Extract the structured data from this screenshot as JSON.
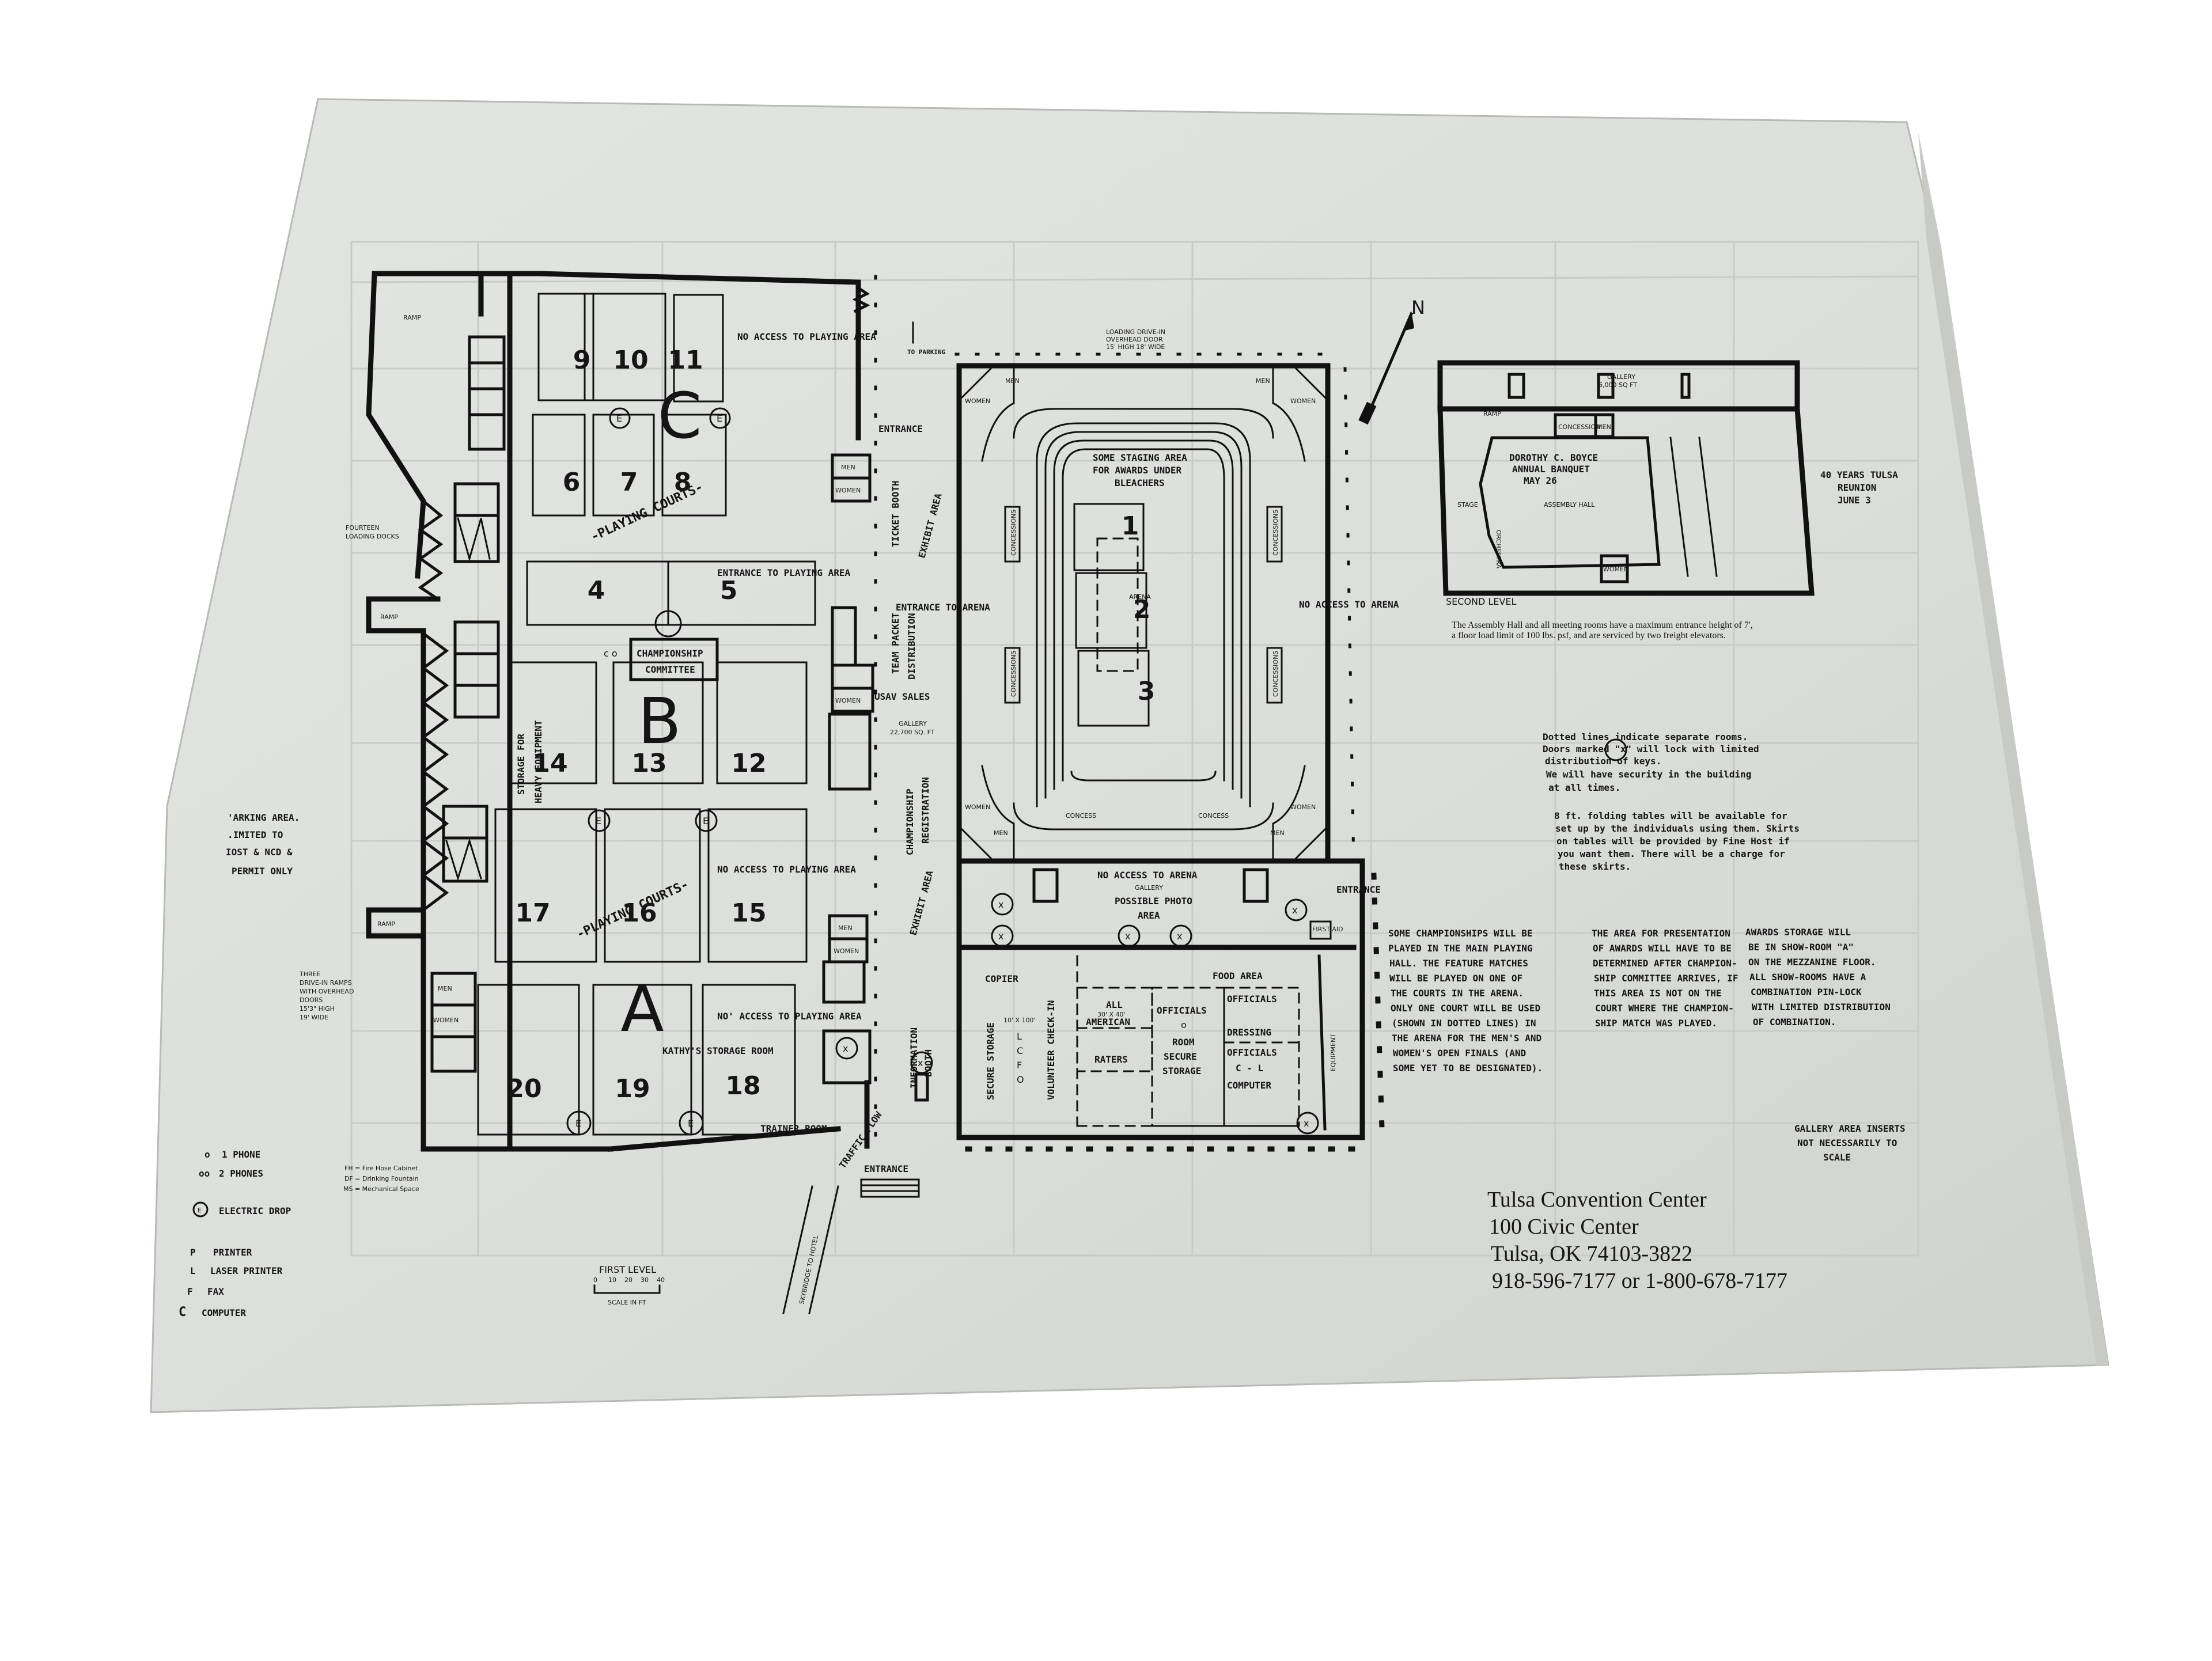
{
  "document": {
    "title": "Tulsa Convention Center floor plan",
    "paper_color": "#dcdedb",
    "ink_color": "#151515",
    "background_color": "#ffffff"
  },
  "first_level": {
    "label": "FIRST LEVEL",
    "scale_ticks": [
      "0",
      "10",
      "20",
      "30",
      "40"
    ],
    "scale_label": "SCALE IN FT",
    "sections": [
      {
        "letter": "C",
        "courts": [
          "9",
          "10",
          "11",
          "6",
          "7",
          "8"
        ]
      },
      {
        "letter": "B",
        "courts": [
          "4",
          "5",
          "14",
          "13",
          "12",
          "17",
          "16",
          "15"
        ]
      },
      {
        "letter": "A",
        "courts": [
          "20",
          "19",
          "18"
        ]
      }
    ],
    "court_numbers": {
      "c9": "9",
      "c10": "10",
      "c11": "11",
      "c6": "6",
      "c7": "7",
      "c8": "8",
      "c4": "4",
      "c5": "5",
      "c14": "14",
      "c13": "13",
      "c12": "12",
      "c17": "17",
      "c16": "16",
      "c15": "15",
      "c20": "20",
      "c19": "19",
      "c18": "18"
    },
    "section_letters": {
      "a": "A",
      "b": "B",
      "c": "C"
    },
    "labels": {
      "playing_courts": "-PLAYING COURTS-",
      "no_access_playing_1": "NO ACCESS TO PLAYING AREA",
      "no_access_playing_2": "NO ACCESS TO PLAYING AREA",
      "no_access_playing_3": "NO' ACCESS TO PLAYING AREA",
      "entrance_playing": "ENTRANCE TO PLAYING AREA",
      "entrance_arena": "ENTRANCE TO ARENA",
      "entrance_top": "ENTRANCE",
      "entrance_bottom": "ENTRANCE",
      "entrance_gallery": "ENTRANCE",
      "to_parking": "TO PARKING",
      "ticket_booth": "TICKET BOOTH",
      "exhibit_area_1": "EXHIBIT AREA",
      "exhibit_area_2": "EXHIBIT AREA",
      "championship_committee_1": "CHAMPIONSHIP",
      "championship_committee_2": "COMMITTEE",
      "storage_heavy_1": "STORAGE FOR",
      "storage_heavy_2": "HEAVY EQUIPMENT",
      "team_packet_1": "TEAM PACKET",
      "team_packet_2": "DISTRIBUTION",
      "usav_sales": "USAV SALES",
      "gallery_sqft_1": "GALLERY",
      "gallery_sqft_2": "22,700 SQ. FT",
      "champ_reg_1": "CHAMPIONSHIP",
      "champ_reg_2": "REGISTRATION",
      "kathys_storage": "KATHY'S STORAGE ROOM",
      "trainer_room": "TRAINER ROOM",
      "information_booth_1": "INFORMATION",
      "information_booth_2": "BOOTH",
      "traffic_flow": "TRAFFIC FLOW",
      "skybridge": "SKYBRIDGE TO HOTEL",
      "fourteen_docks_1": "FOURTEEN",
      "fourteen_docks_2": "LOADING DOCKS",
      "ramp": "RAMP",
      "men": "MEN",
      "women": "WOMEN",
      "concess": "CONCESS",
      "concessions": "CONCESSIONS",
      "three_ramps": [
        "THREE",
        "DRIVE-IN RAMPS",
        "WITH OVERHEAD",
        "DOORS",
        "15'3\" HIGH",
        "19' WIDE"
      ],
      "parking_area": [
        "'ARKING AREA.",
        ".IMITED TO",
        "IOST & NCD &",
        "PERMIT ONLY"
      ]
    },
    "abbreviations": [
      "FH = Fire Hose Cabinet",
      "DF = Drinking Fountain",
      "MS = Mechanical Space"
    ]
  },
  "arena": {
    "loading_drive": [
      "LOADING DRIVE-IN",
      "OVERHEAD DOOR",
      "15' HIGH 18' WIDE"
    ],
    "staging": [
      "SOME STAGING AREA",
      "FOR AWARDS UNDER",
      "BLEACHERS"
    ],
    "court_numbers": [
      "1",
      "2",
      "3"
    ],
    "arena_label": "ARENA",
    "no_access_right": "NO ACCESS TO ARENA",
    "no_access_bottom": "NO ACCESS TO ARENA",
    "gallery": "GALLERY",
    "photo_area": [
      "POSSIBLE PHOTO",
      "AREA"
    ],
    "first_aid": "FIRST AID"
  },
  "lower_gallery": {
    "copier": "COPIER",
    "food_area": "FOOD AREA",
    "secure_storage": "SECURE STORAGE",
    "volunteer_checkin": "VOLUNTEER CHECK-IN",
    "dims_1": "10' X 100'",
    "lcfo": [
      "L",
      "C",
      "F",
      "O"
    ],
    "all_american": [
      "ALL",
      "30' X 40'",
      "AMERICAN"
    ],
    "raters": "RATERS",
    "officials_room": [
      "OFFICIALS",
      "o",
      "ROOM",
      "SECURE",
      "STORAGE"
    ],
    "officials_dressing": [
      "OFFICIALS",
      "DRESSING"
    ],
    "officials_computer": [
      "OFFICIALS",
      "C - L",
      "COMPUTER"
    ],
    "equipment": "EQUIPMENT"
  },
  "second_level": {
    "label": "SECOND LEVEL",
    "gallery": [
      "GALLERY",
      "6,000 SQ FT"
    ],
    "ramp": "RAMP",
    "concession": "CONCESSION",
    "men": "MEN",
    "women": "WOMEN",
    "stage": "STAGE",
    "orchestra": "ORCHESTRA",
    "assembly_hall": "ASSEMBLY HALL",
    "banquet": [
      "DOROTHY C. BOYCE",
      "ANNUAL BANQUET",
      "MAY 26"
    ],
    "reunion": [
      "40 YEARS TULSA",
      "REUNION",
      "JUNE 3"
    ],
    "caption": [
      "The Assembly Hall and all meeting rooms have a maximum entrance height of 7',",
      "a floor load limit of 100 lbs. psf, and are serviced by two freight elevators."
    ]
  },
  "compass": {
    "label": "N"
  },
  "notes": {
    "doors": [
      "Dotted lines indicate separate rooms.",
      "Doors marked \"x\" will lock with limited",
      "distribution of keys.",
      "We will have security in the building",
      "at all times."
    ],
    "tables": [
      "8 ft. folding tables will be available for",
      "set up by the individuals using them.  Skirts",
      "on tables will be provided by Fine Host if",
      "you want them.  There will be a charge for",
      "these skirts."
    ],
    "championships": [
      "SOME CHAMPIONSHIPS WILL BE",
      "PLAYED IN THE MAIN PLAYING",
      "HALL.  THE FEATURE MATCHES",
      "WILL BE PLAYED ON ONE OF",
      "THE COURTS IN THE ARENA.",
      "ONLY ONE COURT WILL BE USED",
      "(SHOWN IN DOTTED LINES) IN",
      "THE ARENA FOR THE MEN'S AND",
      "WOMEN'S OPEN FINALS (AND",
      "SOME YET TO BE DESIGNATED)."
    ],
    "awards_area": [
      "THE AREA FOR PRESENTATION",
      "OF AWARDS WILL HAVE TO BE",
      "DETERMINED AFTER CHAMPION-",
      "SHIP COMMITTEE ARRIVES, IF",
      "THIS AREA IS NOT ON THE",
      "COURT WHERE THE CHAMPION-",
      "SHIP MATCH WAS PLAYED."
    ],
    "awards_storage": [
      "AWARDS STORAGE WILL",
      "BE IN SHOW-ROOM \"A\"",
      "ON THE MEZZANINE FLOOR.",
      "ALL SHOW-ROOMS HAVE A",
      "COMBINATION PIN-LOCK",
      "WITH LIMITED DISTRIBUTION",
      "OF COMBINATION."
    ],
    "gallery_inserts": [
      "GALLERY AREA INSERTS",
      "NOT NECESSARILY TO",
      "SCALE"
    ]
  },
  "legend": {
    "items": [
      {
        "symbol": "o",
        "label": "1 PHONE"
      },
      {
        "symbol": "oo",
        "label": "2 PHONES"
      },
      {
        "symbol": "E",
        "label": "ELECTRIC DROP"
      },
      {
        "symbol": "P",
        "label": "PRINTER"
      },
      {
        "symbol": "L",
        "label": "LASER PRINTER"
      },
      {
        "symbol": "F",
        "label": "FAX"
      },
      {
        "symbol": "C",
        "label": "COMPUTER"
      }
    ]
  },
  "address": {
    "name": "Tulsa Convention Center",
    "street": "100 Civic Center",
    "city": "Tulsa, OK 74103-3822",
    "phone": "918-596-7177 or 1-800-678-7177"
  }
}
